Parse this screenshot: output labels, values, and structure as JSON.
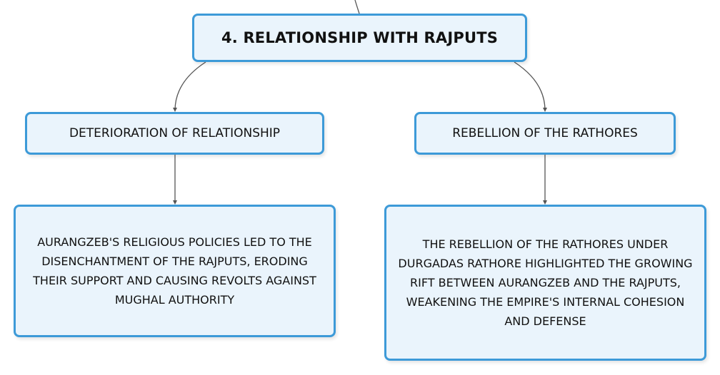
{
  "diagram": {
    "root": {
      "label": "4. RELATIONSHIP WITH RAJPUTS"
    },
    "branches": [
      {
        "label": "DETERIORATION OF RELATIONSHIP",
        "detail": "AURANGZEB'S RELIGIOUS POLICIES LED TO THE DISENCHANTMENT OF THE RAJPUTS, ERODING THEIR SUPPORT AND CAUSING REVOLTS AGAINST MUGHAL AUTHORITY"
      },
      {
        "label": "REBELLION OF THE RATHORES",
        "detail": "THE REBELLION OF THE RATHORES UNDER DURGADAS RATHORE HIGHLIGHTED THE GROWING RIFT BETWEEN AURANGZEB AND THE RAJPUTS, WEAKENING THE EMPIRE'S INTERNAL COHESION AND DEFENSE"
      }
    ]
  },
  "colors": {
    "node_border": "#3d9ad8",
    "node_fill": "#eaf4fc",
    "connector": "#555555",
    "text": "#111111"
  }
}
